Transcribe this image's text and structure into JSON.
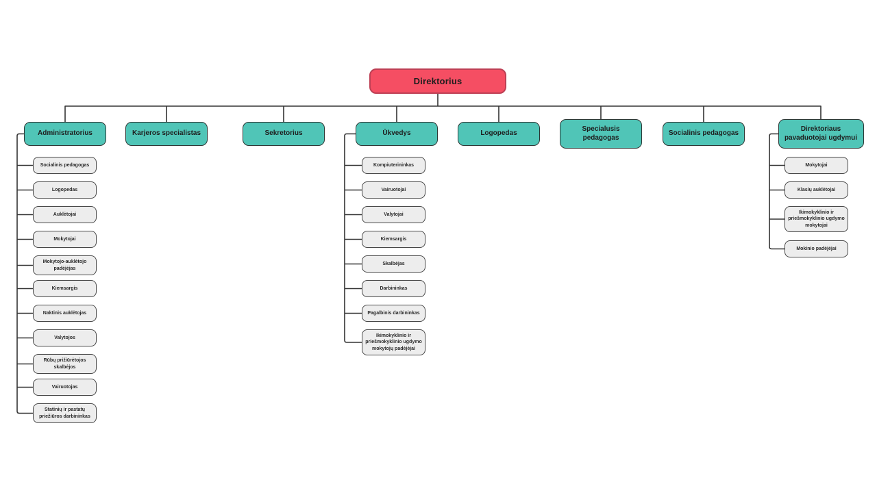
{
  "chart": {
    "type": "org-chart",
    "title": "Direktorius organizational chart",
    "root": {
      "label": "Direktorius"
    },
    "branches": [
      {
        "label": "Administratorius",
        "children": [
          "Socialinis pedagogas",
          "Logopedas",
          "Auklėtojai",
          "Mokytojai",
          "Mokytojo-auklėtojo padėjėjas",
          "Kiemsargis",
          "Naktinis auklėtojas",
          "Valytojos",
          "Rūbų prižiūrėtojos skalbėjos",
          "Vairuotojas",
          "Statinių ir pastatų priežiūros darbininkas"
        ]
      },
      {
        "label": "Karjeros specialistas",
        "children": []
      },
      {
        "label": "Sekretorius",
        "children": []
      },
      {
        "label": "Ūkvedys",
        "children": [
          "Kompiuterininkas",
          "Vairuotojai",
          "Valytojai",
          "Kiemsargis",
          "Skalbėjas",
          "Darbininkas",
          "Pagalbinis darbininkas",
          "Ikimokyklinio ir priešmokyklinio ugdymo mokytojų padėjėjai"
        ]
      },
      {
        "label": "Logopedas",
        "children": []
      },
      {
        "label": "Specialusis pedagogas",
        "children": []
      },
      {
        "label": "Socialinis pedagogas",
        "children": []
      },
      {
        "label": "Direktoriaus pavaduotojai ugdymui",
        "children": [
          "Mokytojai",
          "Klasių auklėtojai",
          "Ikimokyklinio ir priešmokyklinio ugdymo mokytojai",
          "Mokinio padėjėjai"
        ]
      }
    ],
    "colors": {
      "root_fill": "#f54e63",
      "root_border": "#bd3f54",
      "branch_fill": "#50c5b7",
      "branch_border": "#2e3735",
      "leaf_fill": "#ededed",
      "leaf_border": "#474747",
      "line": "#333333"
    }
  }
}
